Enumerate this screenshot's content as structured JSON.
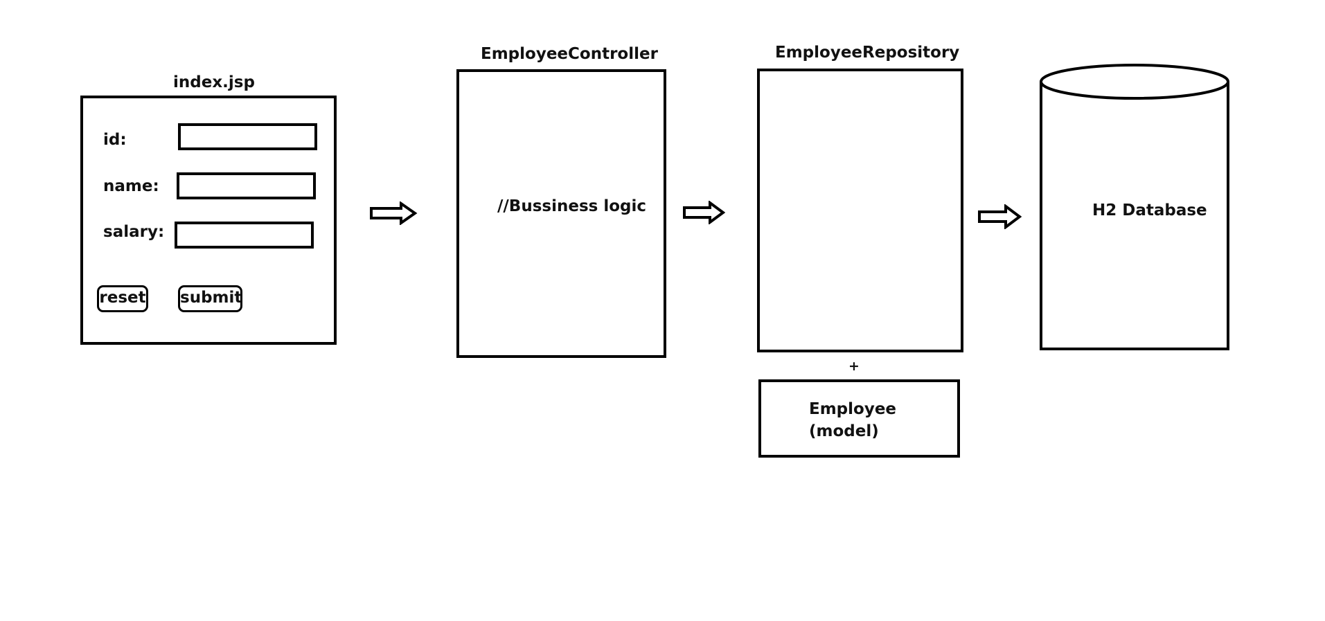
{
  "form": {
    "title": "index.jsp",
    "fields": [
      {
        "label": "id:"
      },
      {
        "label": "name:"
      },
      {
        "label": "salary:"
      }
    ],
    "reset_label": "reset",
    "submit_label": "submit"
  },
  "controller": {
    "title": "EmployeeController",
    "body": "//Bussiness logic"
  },
  "repository": {
    "title": "EmployeeRepository",
    "plus": "+",
    "model_line1": "Employee",
    "model_line2": "(model)"
  },
  "database": {
    "label": "H2 Database"
  }
}
